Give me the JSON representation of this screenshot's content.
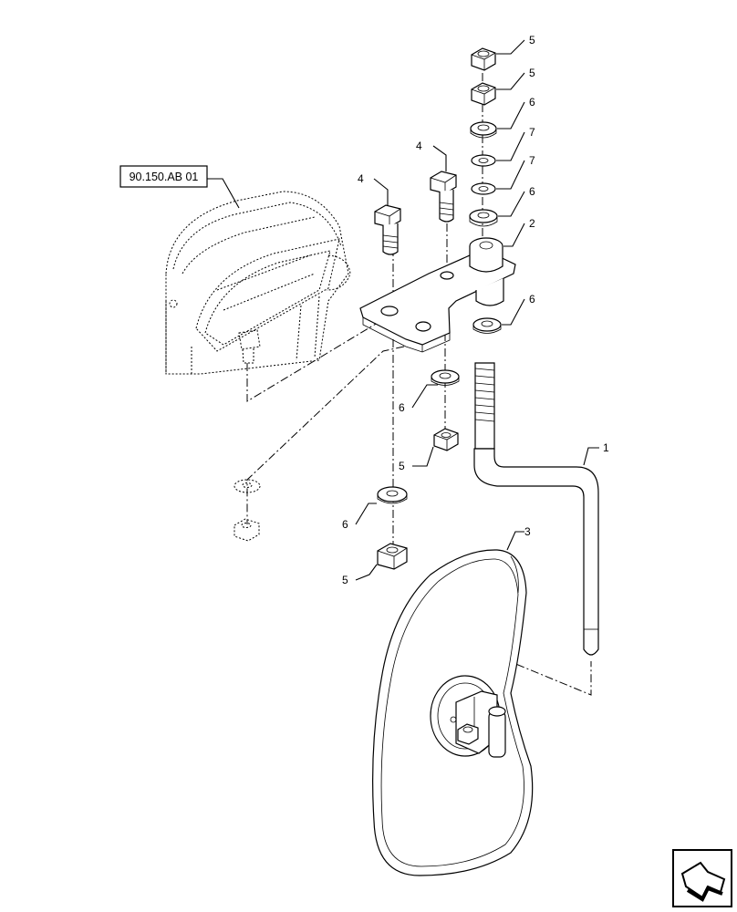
{
  "reference_box": {
    "label": "90.150.AB 01"
  },
  "callouts": [
    {
      "id": "callout-5-top",
      "label": "5"
    },
    {
      "id": "callout-5-second",
      "label": "5"
    },
    {
      "id": "callout-6-top",
      "label": "6"
    },
    {
      "id": "callout-7-top",
      "label": "7"
    },
    {
      "id": "callout-7-second",
      "label": "7"
    },
    {
      "id": "callout-6-second",
      "label": "6"
    },
    {
      "id": "callout-2",
      "label": "2"
    },
    {
      "id": "callout-6-bracket-right",
      "label": "6"
    },
    {
      "id": "callout-4-right",
      "label": "4"
    },
    {
      "id": "callout-4-left",
      "label": "4"
    },
    {
      "id": "callout-6-bracket-under",
      "label": "6"
    },
    {
      "id": "callout-5-bracket-under",
      "label": "5"
    },
    {
      "id": "callout-1",
      "label": "1"
    },
    {
      "id": "callout-6-lower",
      "label": "6"
    },
    {
      "id": "callout-5-lower",
      "label": "5"
    },
    {
      "id": "callout-3",
      "label": "3"
    }
  ],
  "icons": {
    "navigation": "back-arrow-icon"
  }
}
